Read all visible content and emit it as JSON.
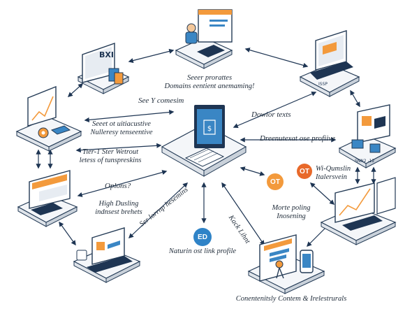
{
  "labels": {
    "top_center": [
      "Seeer prorattes",
      "Domains eentient anemaming!"
    ],
    "hub_top_left": "See Y comesim",
    "hub_top_right": "Dowior texts",
    "left_upper": [
      "Seeet ot uitiacustive",
      "Nulleresy tenseentive"
    ],
    "left_lower": [
      "Tier-1 Ster Wetrout",
      "letess of tunspreskins"
    ],
    "right_mid": "Dreenutexat ose profiive",
    "right_badge_text": [
      "Wi-Qumslin",
      "Italersvein"
    ],
    "mid_left_small": "Oplons?",
    "left_mid": [
      "High Dusling",
      "indnsest brehets"
    ],
    "spoke_bottom_left": "Ser lorrnp hesemins",
    "spoke_bottom_right": "Kack Lihnt",
    "right_lower": [
      "Morte poling",
      "Inosening"
    ],
    "bottom_mid": "Naturin ost link profile",
    "bottom_caption": "Conentenitsly Contem & Irelestrurals",
    "top_left_screen": "BXI",
    "right_top_screen": "ISSP",
    "right_top2_screen": "SNN2 -12"
  },
  "badges": {
    "ot": "OT",
    "ot2": "OT",
    "ed": "ED"
  },
  "colors": {
    "navy": "#1e3553",
    "blue": "#3a86c4",
    "orange": "#f39a3c",
    "deep_orange": "#e8692a",
    "badge_blue": "#2f83c7",
    "platform": "#f4f6f9",
    "outline": "#233a55"
  }
}
